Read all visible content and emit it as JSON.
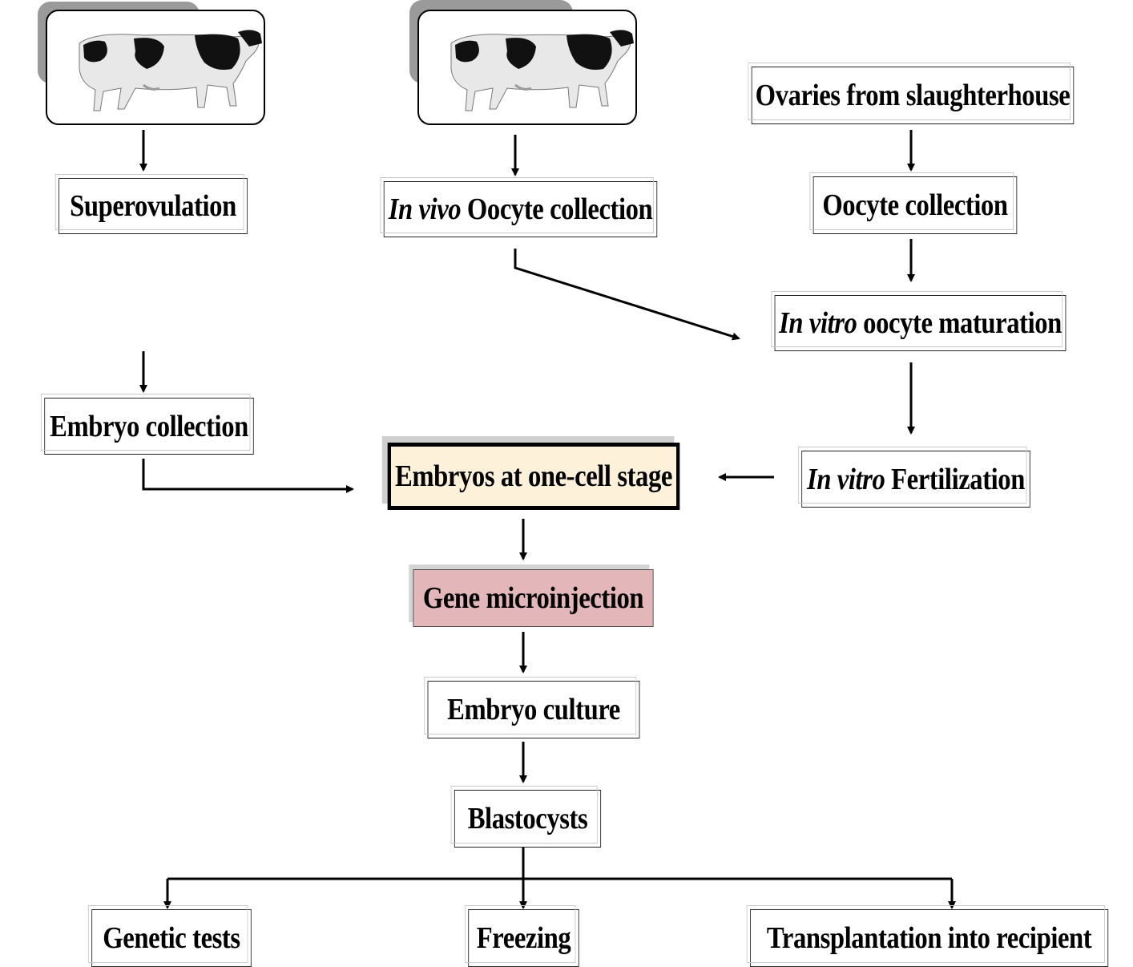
{
  "nodes": {
    "ovaries": "Ovaries from slaughterhouse",
    "superovulation": "Superovulation",
    "invivo_prefix": "In vivo",
    "invivo_rest": " Oocyte collection",
    "oocyte_collection": "Oocyte collection",
    "maturation_prefix": "In vitro",
    "maturation_rest": " oocyte maturation",
    "embryo_collection": "Embryo collection",
    "embryos_one_cell": "Embryos at one-cell stage",
    "fert_prefix": "In vitro",
    "fert_rest": " Fertilization",
    "gene_microinjection": "Gene microinjection",
    "embryo_culture": "Embryo culture",
    "blastocysts": "Blastocysts",
    "genetic_tests": "Genetic tests",
    "freezing": "Freezing",
    "transplantation": "Transplantation into recipient"
  },
  "colors": {
    "highlight_one_cell": "#fdf1d9",
    "highlight_microinjection": "#e3b6b9"
  },
  "icons": [
    "cow-image",
    "cow-image"
  ]
}
